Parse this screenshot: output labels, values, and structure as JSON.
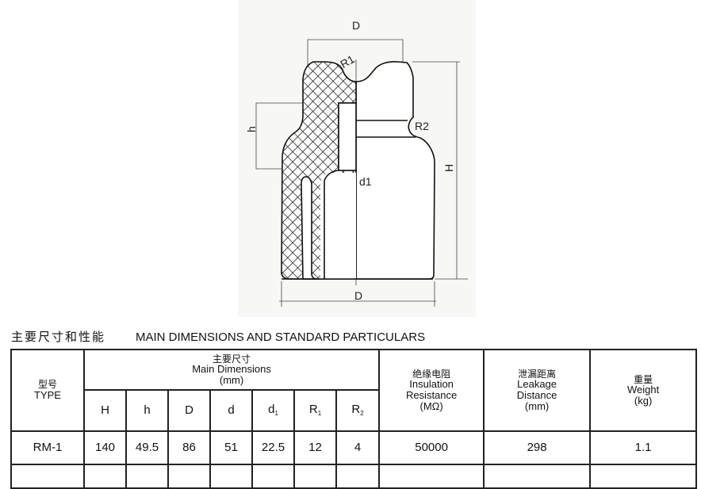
{
  "drawing": {
    "labels": {
      "D_top": "D",
      "D_bottom": "D",
      "R1": "R1",
      "R2": "R2",
      "h": "h",
      "H": "H",
      "d1": "d1"
    }
  },
  "section_title": {
    "cn": "主要尺寸和性能",
    "en": "MAIN DIMENSIONS AND STANDARD PARTICULARS"
  },
  "table": {
    "type_header": {
      "cn": "型号",
      "en": "TYPE"
    },
    "main_dims_header": {
      "cn": "主要尺寸",
      "en": "Main Dimensions",
      "unit": "(mm)"
    },
    "dim_columns": [
      {
        "base": "H",
        "sub": ""
      },
      {
        "base": "h",
        "sub": ""
      },
      {
        "base": "D",
        "sub": ""
      },
      {
        "base": "d",
        "sub": ""
      },
      {
        "base": "d",
        "sub": "1"
      },
      {
        "base": "R",
        "sub": "1"
      },
      {
        "base": "R",
        "sub": "2"
      }
    ],
    "insulation_header": {
      "cn": "绝缘电阻",
      "en1": "Insulation",
      "en2": "Resistance",
      "unit": "(MΩ)"
    },
    "leakage_header": {
      "cn": "泄漏距离",
      "en1": "Leakage",
      "en2": "Distance",
      "unit": "(mm)"
    },
    "weight_header": {
      "cn": "重量",
      "en": "Weight",
      "unit": "(kg)"
    },
    "rows": [
      {
        "type": "RM-1",
        "H": "140",
        "h": "49.5",
        "D": "86",
        "d": "51",
        "d1": "22.5",
        "R1": "12",
        "R2": "4",
        "insulation": "50000",
        "leakage": "298",
        "weight": "1.1"
      }
    ]
  }
}
